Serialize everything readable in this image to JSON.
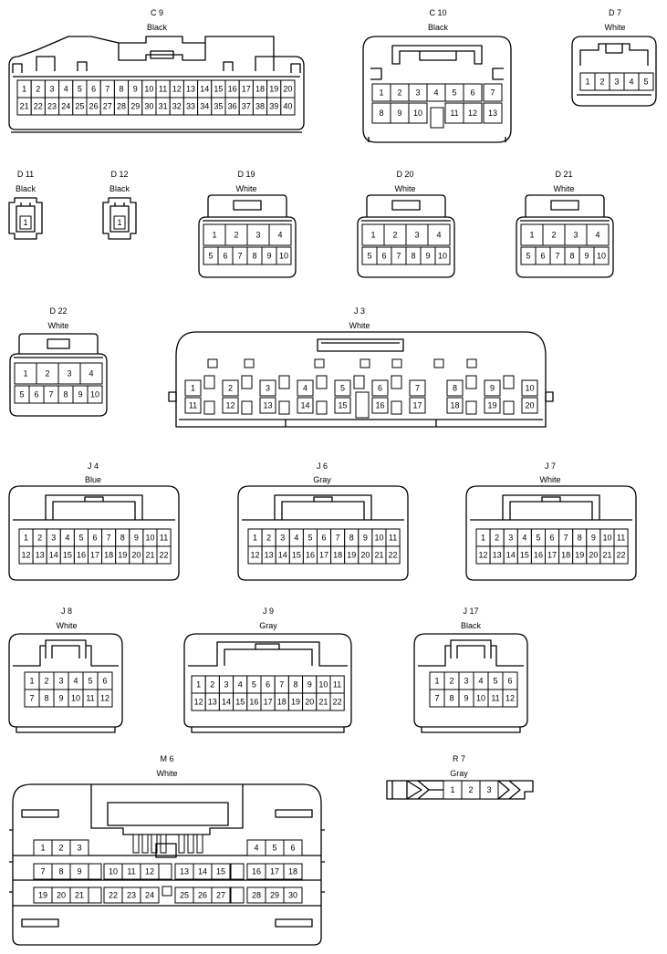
{
  "connectors": {
    "C9": {
      "id": "C 9",
      "color": "Black"
    },
    "C10": {
      "id": "C 10",
      "color": "Black"
    },
    "D7": {
      "id": "D 7",
      "color": "White"
    },
    "D11": {
      "id": "D 11",
      "color": "Black"
    },
    "D12": {
      "id": "D 12",
      "color": "Black"
    },
    "D19": {
      "id": "D 19",
      "color": "White"
    },
    "D20": {
      "id": "D 20",
      "color": "White"
    },
    "D21": {
      "id": "D 21",
      "color": "White"
    },
    "D22": {
      "id": "D 22",
      "color": "White"
    },
    "J3": {
      "id": "J 3",
      "color": "White"
    },
    "J4": {
      "id": "J 4",
      "color": "Blue"
    },
    "J6": {
      "id": "J 6",
      "color": "Gray"
    },
    "J7": {
      "id": "J 7",
      "color": "White"
    },
    "J8": {
      "id": "J 8",
      "color": "White"
    },
    "J9": {
      "id": "J 9",
      "color": "Gray"
    },
    "J17": {
      "id": "J 17",
      "color": "Black"
    },
    "M6": {
      "id": "M 6",
      "color": "White"
    },
    "R7": {
      "id": "R 7",
      "color": "Gray"
    }
  },
  "pins": {
    "C9": {
      "row1": [
        "1",
        "2",
        "3",
        "4",
        "5",
        "6",
        "7",
        "8",
        "9",
        "10",
        "11",
        "12",
        "13",
        "14",
        "15",
        "16",
        "17",
        "18",
        "19",
        "20"
      ],
      "row2": [
        "21",
        "22",
        "23",
        "24",
        "25",
        "26",
        "27",
        "28",
        "29",
        "30",
        "31",
        "32",
        "33",
        "34",
        "35",
        "36",
        "37",
        "38",
        "39",
        "40"
      ]
    },
    "C10": {
      "row1": [
        "1",
        "2",
        "3",
        "4",
        "5",
        "6",
        "7"
      ],
      "row2": [
        "8",
        "9",
        "10",
        "11",
        "12",
        "13"
      ]
    },
    "D7": {
      "row1": [
        "1",
        "2",
        "3",
        "4",
        "5"
      ]
    },
    "D11": {
      "row1": [
        "1"
      ]
    },
    "D12": {
      "row1": [
        "1"
      ]
    },
    "D4pin": {
      "row1": [
        "1",
        "2",
        "3",
        "4"
      ],
      "row2": [
        "5",
        "6",
        "7",
        "8",
        "9",
        "10"
      ]
    },
    "J3": {
      "row1": [
        "1",
        "2",
        "3",
        "4",
        "5",
        "6",
        "7",
        "8",
        "9",
        "10"
      ],
      "row2": [
        "11",
        "12",
        "13",
        "14",
        "15",
        "16",
        "17",
        "18",
        "19",
        "20"
      ]
    },
    "J22": {
      "row1": [
        "1",
        "2",
        "3",
        "4",
        "5",
        "6",
        "7",
        "8",
        "9",
        "10",
        "11"
      ],
      "row2": [
        "12",
        "13",
        "14",
        "15",
        "16",
        "17",
        "18",
        "19",
        "20",
        "21",
        "22"
      ]
    },
    "J12": {
      "row1": [
        "1",
        "2",
        "3",
        "4",
        "5",
        "6"
      ],
      "row2": [
        "7",
        "8",
        "9",
        "10",
        "11",
        "12"
      ]
    },
    "M6": {
      "row1": [
        "1",
        "2",
        "3",
        "4",
        "5",
        "6"
      ],
      "row2": [
        "7",
        "8",
        "9",
        "10",
        "11",
        "12",
        "13",
        "14",
        "15",
        "16",
        "17",
        "18"
      ],
      "row3": [
        "19",
        "20",
        "21",
        "22",
        "23",
        "24",
        "25",
        "26",
        "27",
        "28",
        "29",
        "30"
      ]
    },
    "R7": {
      "row1": [
        "1",
        "2",
        "3"
      ]
    }
  }
}
